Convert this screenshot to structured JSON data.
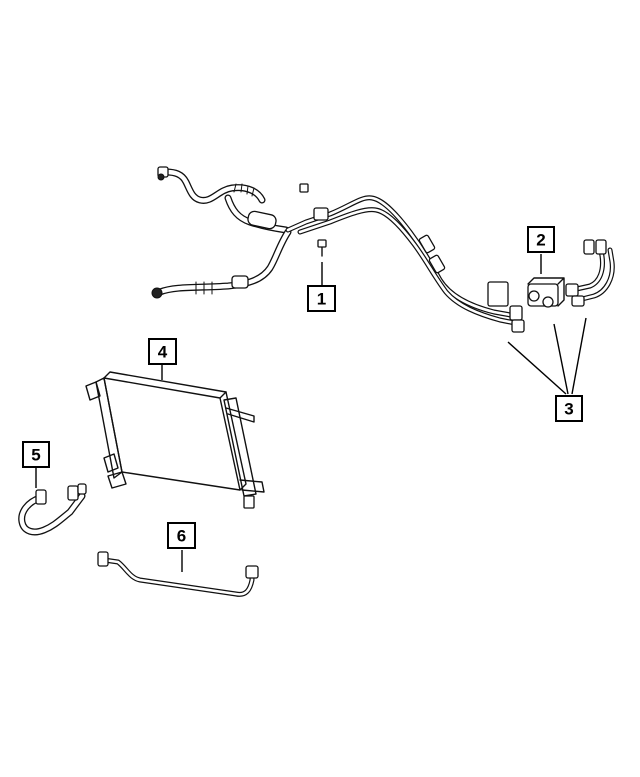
{
  "callouts": [
    {
      "id": "1",
      "label": "1"
    },
    {
      "id": "2",
      "label": "2"
    },
    {
      "id": "3",
      "label": "3"
    },
    {
      "id": "4",
      "label": "4"
    },
    {
      "id": "5",
      "label": "5"
    },
    {
      "id": "6",
      "label": "6"
    }
  ],
  "parts": {
    "part_1": "main-ac-line-assembly",
    "part_2": "block-connector",
    "part_3": "suction-discharge-lines",
    "part_4": "ac-condenser",
    "part_5": "discharge-hose",
    "part_6": "liquid-line"
  },
  "colors": {
    "line": "#111111",
    "background": "#ffffff"
  }
}
